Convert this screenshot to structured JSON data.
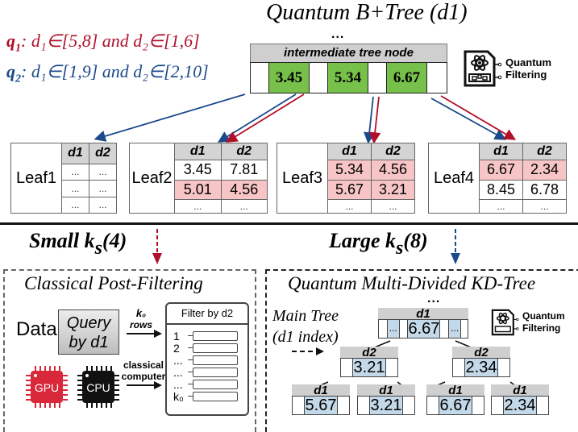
{
  "title": "Quantum B+Tree (d1)",
  "ellipsis": "...",
  "queries": [
    {
      "label": "q",
      "sub": "1",
      "text": ": d₁∈[5,8] and d₂∈[1,6]",
      "color": "#b0102a"
    },
    {
      "label": "q",
      "sub": "2",
      "text": ": d₁∈[1,9] and d₂∈[2,10]",
      "color": "#1b4a8a"
    }
  ],
  "intermediate_node": {
    "header": "intermediate tree node",
    "keys": [
      "3.45",
      "5.34",
      "6.67"
    ]
  },
  "quantum_filtering": {
    "line1": "Quantum",
    "line2": "Filtering",
    "icon": "quantum-file-icon"
  },
  "leaves": [
    {
      "name": "Leaf1",
      "cols": [
        "d1",
        "d2"
      ],
      "rows": [
        [
          "...",
          "...",
          false
        ],
        [
          "...",
          "...",
          false
        ],
        [
          "...",
          "...",
          false
        ]
      ]
    },
    {
      "name": "Leaf2",
      "cols": [
        "d1",
        "d2"
      ],
      "rows": [
        [
          "3.45",
          "7.81",
          false
        ],
        [
          "5.01",
          "4.56",
          true
        ],
        [
          "...",
          "...",
          false
        ]
      ]
    },
    {
      "name": "Leaf3",
      "cols": [
        "d1",
        "d2"
      ],
      "rows": [
        [
          "5.34",
          "4.56",
          true
        ],
        [
          "5.67",
          "3.21",
          true
        ],
        [
          "...",
          "...",
          false
        ]
      ]
    },
    {
      "name": "Leaf4",
      "cols": [
        "d1",
        "d2"
      ],
      "rows": [
        [
          "6.67",
          "2.34",
          true
        ],
        [
          "8.45",
          "6.78",
          false
        ],
        [
          "...",
          "...",
          false
        ]
      ]
    }
  ],
  "small_ks": {
    "prefix": "Small k",
    "sub": "s",
    "suffix": "(4)"
  },
  "large_ks": {
    "prefix": "Large k",
    "sub": "s",
    "suffix": "(8)"
  },
  "classical": {
    "title": "Classical Post-Filtering",
    "data_label": "Data",
    "query_box": [
      "Query",
      "by d1"
    ],
    "k0_label": [
      "k₀",
      "rows"
    ],
    "classical_label": [
      "classical",
      "computer"
    ],
    "filter_title": "Filter by d2",
    "filter_rows": [
      "1",
      "2",
      "...",
      "...",
      "...",
      "k₀"
    ],
    "gpu": "GPU",
    "cpu": "CPU"
  },
  "kdtree": {
    "title": "Quantum Multi-Divided KD-Tree",
    "main_tree": [
      "Main Tree",
      "(d1 index)"
    ],
    "root": {
      "dim": "d1",
      "value": "6.67",
      "side": "..."
    },
    "level2": [
      {
        "dim": "d2",
        "value": "3.21"
      },
      {
        "dim": "d2",
        "value": "2.34"
      }
    ],
    "level3": [
      {
        "dim": "d1",
        "value": "5.67"
      },
      {
        "dim": "d1",
        "value": "3.21"
      },
      {
        "dim": "d1",
        "value": "6.67"
      },
      {
        "dim": "d1",
        "value": "2.34"
      }
    ]
  },
  "colors": {
    "q1": "#b0102a",
    "q2": "#1b4a8a",
    "key_green": "#77c14b",
    "highlight_pink": "#f7c5c5",
    "kd_blue": "#c3d8e8",
    "gpu_red": "#d8283a"
  }
}
